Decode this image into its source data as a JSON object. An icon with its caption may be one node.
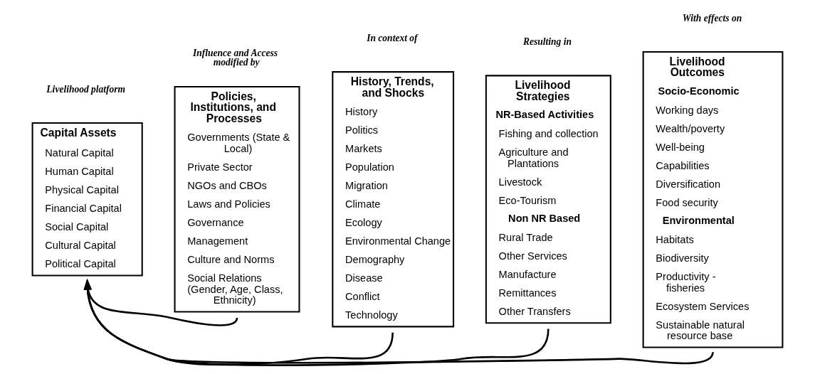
{
  "diagram": {
    "nodes": [
      {
        "text": [
          "Capital Assets",
          "Natural Capital",
          "Human Capital",
          "Physical Capital",
          "Financial Capital",
          "Social Capital",
          "Cultural Capital",
          "Political Capital"
        ],
        "beside": [
          "Livelihood platform"
        ]
      },
      {
        "text": [
          "Policies, Institutions, and Processes",
          "Governments (State & Local)",
          "Private Sector",
          "NGOs and CBOs",
          "Laws and Policies",
          "Governance",
          "Management",
          "Culture and Norms",
          "Social Relations (Gender, Age, Class, Ethnicity)"
        ],
        "beside": [
          "Influence and Access modified by"
        ]
      },
      {
        "text": [
          "History, Trends, and Shocks",
          "History",
          "Politics",
          "Markets",
          "Population",
          "Migration",
          "Climate",
          "Ecology",
          "Environmental Change",
          "Demography",
          "Disease",
          "Conflict",
          "Technology"
        ],
        "beside": [
          "In context of"
        ]
      },
      {
        "text": [
          "Livelihood Strategies",
          "NR-Based Activities",
          "Fishing and collection",
          "Agriculture and Plantations",
          "Livestock",
          "Eco-Tourism",
          "Non NR Based",
          "Rural Trade",
          "Other Services",
          "Manufacture",
          "Remittances",
          "Other Transfers"
        ],
        "beside": [
          "Resulting in"
        ]
      },
      {
        "text": [
          "Livelihood Outcomes",
          "Socio-Economic",
          "Working days",
          "Wealth/poverty",
          "Well-being",
          "Capabilities",
          "Diversification",
          "Food security",
          "Environmental",
          "Habitats",
          "Biodiversity",
          "Productivity - fisheries",
          "Ecosystem Services",
          "Sustainable natural resource base"
        ],
        "beside": [
          "With effects on"
        ]
      }
    ],
    "edges": [
      {
        "from": 1,
        "to": 0,
        "arrow": "to"
      },
      {
        "from": 2,
        "to": 0,
        "arrow": "to"
      },
      {
        "from": 3,
        "to": 0,
        "arrow": "to"
      },
      {
        "from": 4,
        "to": 0,
        "arrow": "to"
      }
    ]
  }
}
